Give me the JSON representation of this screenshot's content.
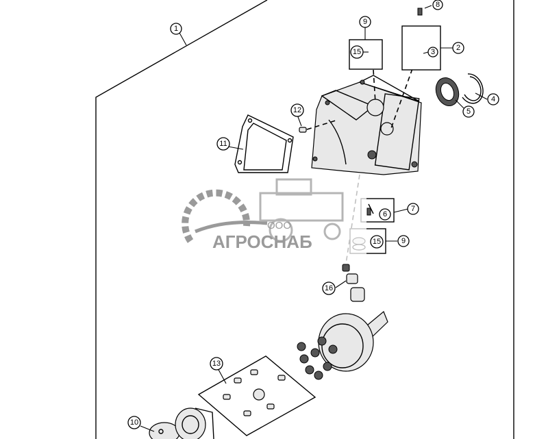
{
  "diagram": {
    "callouts": {
      "c1": "1",
      "c2": "2",
      "c3": "3",
      "c4": "4",
      "c5": "5",
      "c6": "6",
      "c7": "7",
      "c8": "8",
      "c9a": "9",
      "c9b": "9",
      "c10": "10",
      "c11": "11",
      "c12": "12",
      "c13": "13",
      "c15a": "15",
      "c15b": "15",
      "c16": "16"
    }
  },
  "watermark": {
    "prefix": "ООО",
    "brand": "АГРОСНАБ"
  }
}
